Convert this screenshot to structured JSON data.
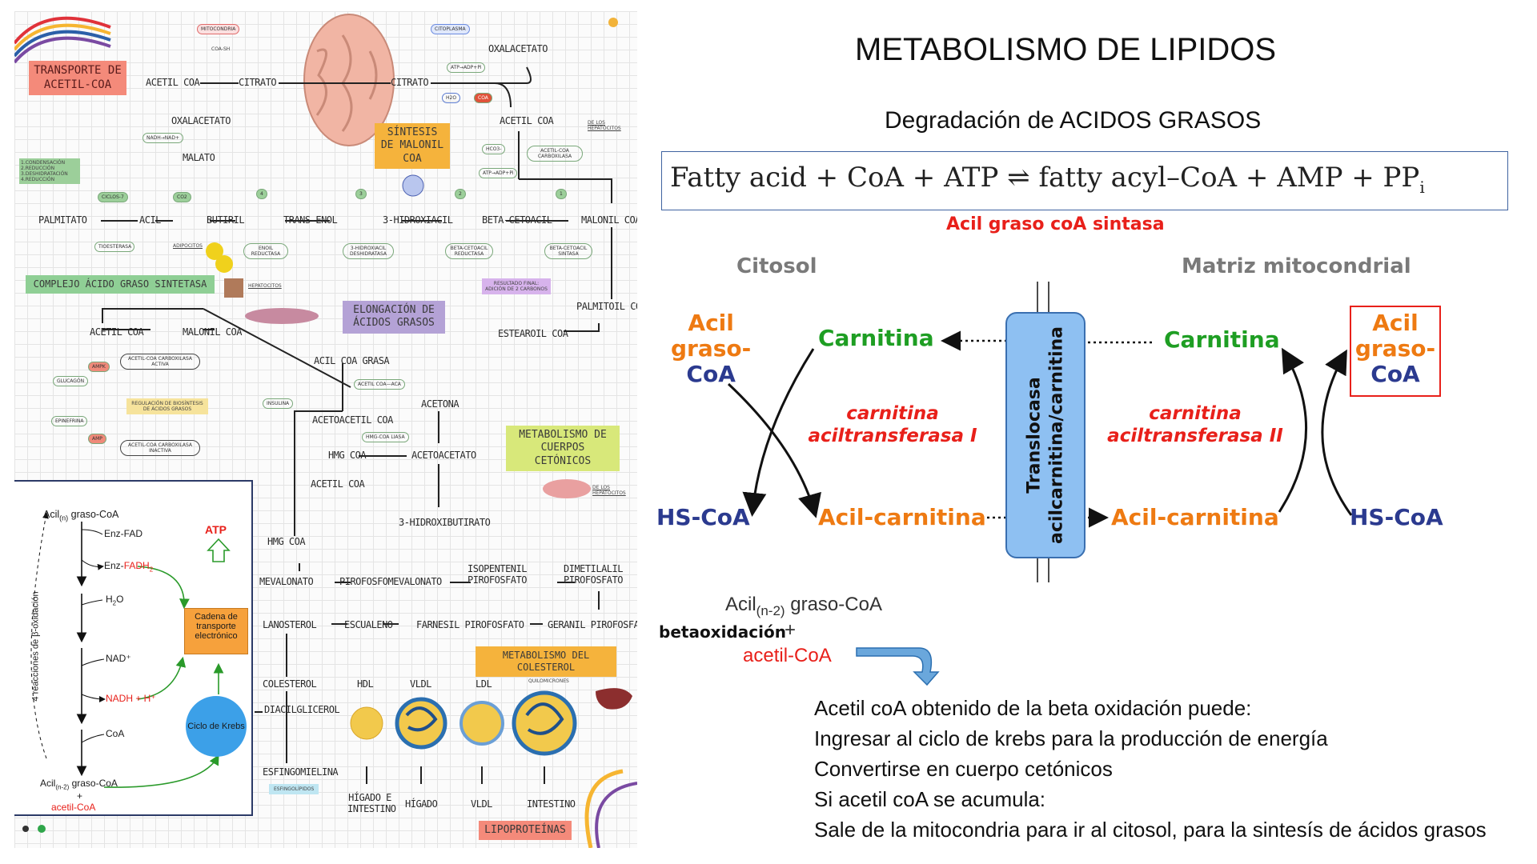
{
  "left": {
    "transporte": "TRANSPORTE DE ACETIL-COA",
    "mitocondria": "MITOCONDRIA",
    "citoplasma": "CITOPLASMA",
    "coa_sh": "COA-SH",
    "acetil_coa_a": "ACETIL COA",
    "citrato_a": "CITRATO",
    "citrato_b": "CITRATO",
    "oxalacetato_a": "OXALACETATO",
    "oxalacetato_b": "OXALACETATO",
    "malato": "MALATO",
    "atp_adp_pi": "ATP→ADP+Pi",
    "h2o": "H2O",
    "coa": "COA",
    "acetil_coa_b": "ACETIL COA",
    "de_los_hepatocitos_a": "DE LOS HEPATOCITOS",
    "nadh_nad": "NADH→NAD+",
    "sintesis_malonil": "SÍNTESIS DE MALONIL COA",
    "hco3": "HCO3-",
    "acetil_coa_carboxilasa": "ACETIL-COA CARBOXILASA",
    "condensacion": "1.CONDENSACIÓN 2.REDUCCIÓN 3.DESHIDRATACIÓN 4.REDUCCIÓN",
    "ciclos7": "CICLOS-7",
    "co2": "CO2",
    "palmitato": "PALMITATO",
    "acil": "ACIL",
    "butiril": "BUTIRIL",
    "trans_enol": "TRANS-ENOL",
    "hidroxiacil": "3-HIDROXIACIL",
    "beta_cetoacil": "BETA-CETOACIL",
    "malonil_coa_a": "MALONIL COA",
    "tioesterasa": "TIOESTERASA",
    "enoil_reductasa": "ENOIL REDUCTASA",
    "hidroxiacil_deshidratasa": "3-HIDROXIACIL DESHIDRATASA",
    "cetoacil_reductasa": "BETA-CETOACIL REDUCTASA",
    "cetoacil_sintasa": "BETA-CETOACIL SINTASA",
    "adipocitos": "ADIPOCITOS",
    "hepatocitos": "HEPATOCITOS",
    "complejo": "COMPLEJO ÁCIDO GRASO SINTETASA",
    "resultado_final": "RESULTADO FINAL: ADICIÓN DE 2 CARBONOS",
    "palmitoil_coa": "PALMITOIL COA",
    "elongacion": "ELONGACIÓN DE ÁCIDOS GRASOS",
    "acetil_coa_c": "ACETIL COA",
    "malonil_coa_b": "MALONIL COA",
    "estearoil": "ESTEAROIL COA",
    "acil_coa_grasa": "ACIL COA GRASA",
    "acetil_coa_x2": "ACETIL COA—ACA",
    "acc_activa": "ACETIL-COA CARBOXILASA ACTIVA",
    "acc_inactiva": "ACETIL-COA CARBOXILASA INACTIVA",
    "ampk": "AMPK",
    "amp": "AMP",
    "glucagon": "GLUCAGÓN",
    "epinefrina": "EPINEFRINA",
    "regulacion": "REGULACIÓN DE BIOSÍNTESIS DE ÁCIDOS GRASOS",
    "insulina": "INSULINA",
    "acetona": "ACETONA",
    "acetoacetil": "ACETOACETIL COA",
    "hmg_coa_liasa": "HMG-COA LIASA",
    "hmg_coa_a": "HMG COA",
    "acetoacetato": "ACETOACETATO",
    "metabolismo_cetonicos": "METABOLISMO DE CUERPOS CETÓNICOS",
    "acetil_coa_d": "ACETIL COA",
    "de_los_hepatocitos_b": "DE LOS HEPATOCITOS",
    "hidroxibutirato": "3-HIDROXIBUTIRATO",
    "hmg_coa_b": "HMG COA",
    "mevalonato": "MEVALONATO",
    "pirofosfomevalonato": "PIROFOSFOMEVALONATO",
    "isopentenil": "ISOPENTENIL PIROFOSFATO",
    "dimetilalil": "DIMETILALIL PIROFOSFATO",
    "lanosterol": "LANOSTEROL",
    "escualeno": "ESCUALENO",
    "farnesil": "FARNESIL PIROFOSFATO",
    "geranil": "GERANIL PIROFOSFATO",
    "metabolismo_colesterol": "METABOLISMO DEL COLESTEROL",
    "colesterol": "COLESTEROL",
    "diacilglicerol": "DIACILGLICEROL",
    "esfingomielina": "ESFINGOMIELINA",
    "esfingolipidos": "ESFINGOLÍPIDOS",
    "hdl": "HDL",
    "vldl": "VLDL",
    "ldl": "LDL",
    "quilomicrones": "QUILOMICRONES",
    "higado_intestino": "HÍGADO E INTESTINO",
    "higado": "HÍGADO",
    "vldl_b": "VLDL",
    "intestino": "INTESTINO",
    "lipoproteinas": "LIPOPROTEÍNAS",
    "num1": "1",
    "num2": "2",
    "num3": "3",
    "num4": "4"
  },
  "inset": {
    "acil_n": "Acil",
    "acil_n_sub": "(n)",
    "acil_n_rest": " graso-CoA",
    "enz_fad": "Enz-FAD",
    "enz_fadh2_a": "Enz-",
    "enz_fadh2_b": "FADH",
    "enz_fadh2_sub": "2",
    "h2o_a": "H",
    "h2o_sub": "2",
    "h2o_b": "O",
    "nad": "NAD⁺",
    "nadh": "NADH + H⁺",
    "coa": "CoA",
    "acil_n2": "Acil",
    "acil_n2_sub": "(n-2)",
    "acil_n2_rest": " graso-CoA",
    "plus": "+",
    "acetil": "acetil-CoA",
    "reacciones": "4 reacciones de β-oxidación",
    "atp": "ATP",
    "cadena": "Cadena de transporte electrónico",
    "ciclo": "Ciclo de Krebs"
  },
  "right": {
    "title": "METABOLISMO DE LIPIDOS",
    "subtitle": "Degradación de ACIDOS GRASOS",
    "equation_a": "Fatty acid + CoA + ATP ",
    "equation_arrow": "⇌",
    "equation_b": " fatty acyl–CoA + AMP + PP",
    "equation_sub": "i",
    "enzyme": "Acil graso coA sintasa",
    "citosol": "Citosol",
    "matriz": "Matriz mitocondrial",
    "acil_l1": "Acil",
    "acil_l2": "graso-",
    "acil_l3": "CoA",
    "carnitina_left": "Carnitina",
    "carnitina_right": "Carnitina",
    "hscoa_left": "HS-CoA",
    "hscoa_right": "HS-CoA",
    "acilcarn_left": "Acil-carnitina",
    "acilcarn_right": "Acil-carnitina",
    "cat1_l1": "carnitina",
    "cat1_l2": "aciltransferasa I",
    "cat2_l1": "carnitina",
    "cat2_l2": "aciltransferasa II",
    "translocasa_l1": "Translocasa",
    "translocasa_l2": "acilcarnitina/carnitina",
    "acil_r1": "Acil",
    "acil_r2": "graso-",
    "acil_r3": "CoA",
    "acil_n2_a": "Acil",
    "acil_n2_sub": "(n-2)",
    "acil_n2_b": " graso-CoA",
    "plus": "+",
    "acetil": "acetil-CoA",
    "betaoxidacion": "betaoxidación",
    "note1": "Acetil coA obtenido de la beta oxidación puede:",
    "note2": "Ingresar al ciclo de krebs para la producción de energía",
    "note3": "Convertirse en cuerpo cetónicos",
    "note4": "Si acetil coA se acumula:",
    "note5": "Sale de la mitocondria para ir al citosol, para la sintesís de ácidos grasos"
  },
  "colors": {
    "orange_label": "#ee7a12",
    "green_label": "#1e9e23",
    "blue_label": "#2b3a8f",
    "red_label": "#e8201a",
    "translocase_fill": "#8ec0f2"
  }
}
